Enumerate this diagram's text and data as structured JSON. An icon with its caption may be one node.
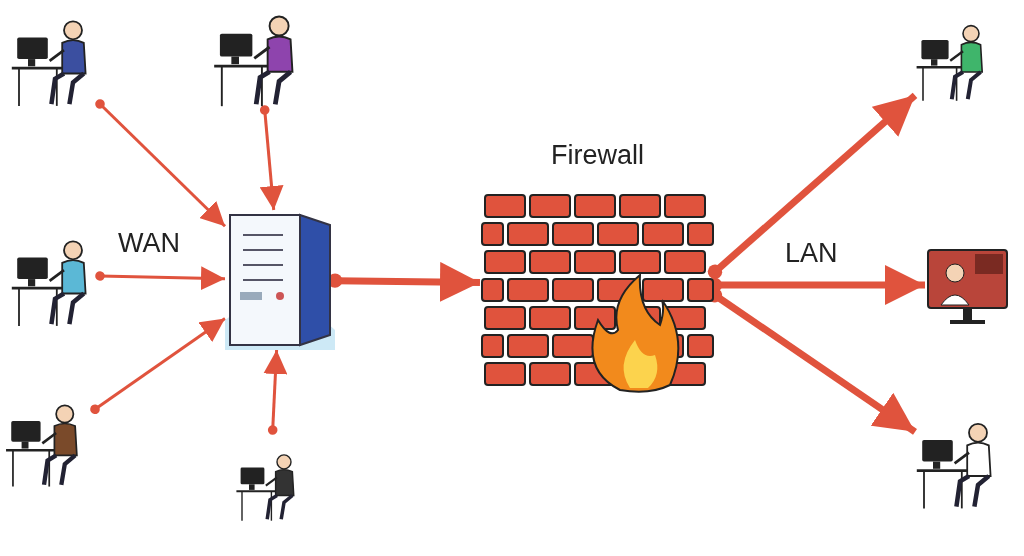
{
  "diagram": {
    "nodes": [
      {
        "text": [],
        "shape": "person"
      },
      {
        "text": [],
        "shape": "person"
      },
      {
        "text": [],
        "shape": "person"
      },
      {
        "text": [],
        "shape": "person"
      },
      {
        "text": [],
        "shape": "person"
      },
      {
        "text": [],
        "shape": "picture"
      },
      {
        "text": [
          "Firewall"
        ]
      },
      {
        "text": [],
        "shape": "person"
      },
      {
        "text": [],
        "shape": "picture"
      },
      {
        "text": [],
        "shape": "person"
      }
    ],
    "edges": [
      {
        "from": 0,
        "to": 5,
        "arrow": "to"
      },
      {
        "from": 1,
        "to": 5,
        "arrow": "to"
      },
      {
        "from": 2,
        "to": 5,
        "arrow": "to"
      },
      {
        "from": 3,
        "to": 5,
        "arrow": "to"
      },
      {
        "from": 4,
        "to": 5,
        "arrow": "to"
      },
      {
        "from": 5,
        "to": 6,
        "arrow": "to",
        "style": "thick"
      },
      {
        "from": 6,
        "to": 7,
        "arrow": "to",
        "style": "thick"
      },
      {
        "from": 6,
        "to": 8,
        "arrow": "to",
        "style": "thick"
      },
      {
        "from": 6,
        "to": 9,
        "arrow": "to",
        "style": "thick"
      }
    ],
    "labels": [
      "WAN",
      "LAN"
    ]
  }
}
